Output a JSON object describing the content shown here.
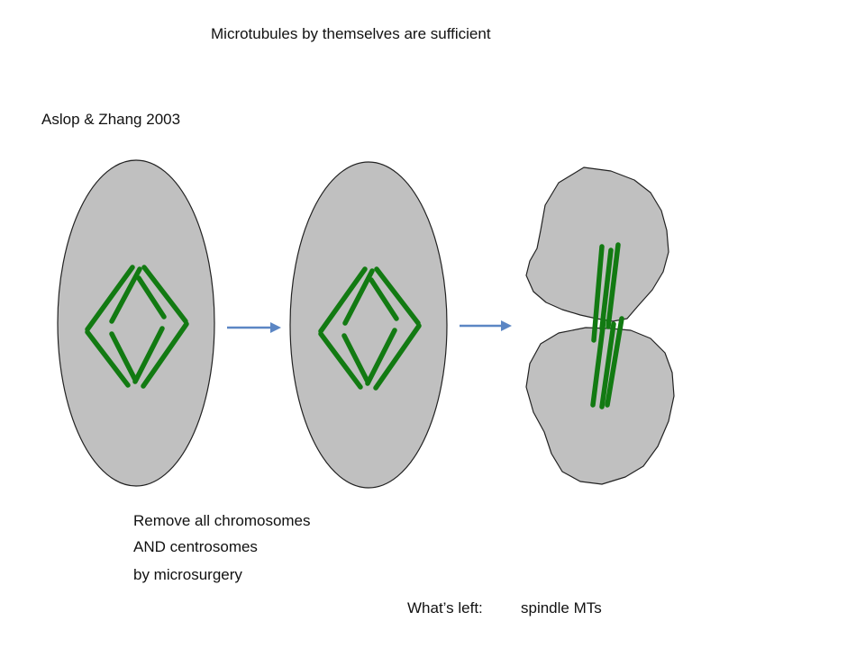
{
  "slide": {
    "title": "Microtubules by themselves are sufficient",
    "citation": "Aslop & Zhang 2003",
    "caption_lines": [
      "Remove all chromosomes",
      "AND centrosomes",
      "by microsurgery"
    ],
    "result_label": "What’s left:",
    "result_value": "spindle MTs"
  },
  "colors": {
    "cell_fill": "#c0c0c0",
    "cell_outline": "#222222",
    "microtubule": "#127a12",
    "arrow": "#5b86c4"
  }
}
